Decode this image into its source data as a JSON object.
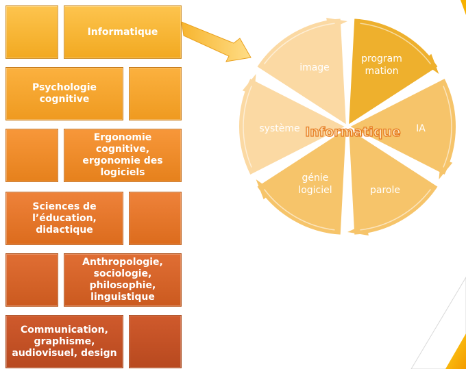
{
  "rows": [
    {
      "label": "Informatique",
      "text_side": "right"
    },
    {
      "label": "Psychologie cognitive",
      "text_side": "left"
    },
    {
      "label": "Ergonomie cognitive, ergonomie des logiciels",
      "text_side": "right"
    },
    {
      "label": "Sciences de l’éducation, didactique",
      "text_side": "left"
    },
    {
      "label": "Anthropologie, sociologie, philosophie, linguistique",
      "text_side": "right"
    },
    {
      "label": "Communication, graphisme, audiovisuel, design",
      "text_side": "left"
    }
  ],
  "cycle": {
    "center": "Informatique",
    "segments": [
      "programmation",
      "IA",
      "parole",
      "génie logiciel",
      "système",
      "image"
    ],
    "segment_lines": [
      [
        "program",
        "mation"
      ],
      [
        "IA"
      ],
      [
        "parole"
      ],
      [
        "génie",
        "logiciel"
      ],
      [
        "système"
      ],
      [
        "image"
      ]
    ]
  },
  "colors": {
    "row_gradient": [
      "#f5b02a",
      "#f39c25",
      "#ea8526",
      "#e07227",
      "#d1602a",
      "#bf4e24"
    ],
    "wheel_highlight": "#eeb02d",
    "wheel_fill": "#f6c46a",
    "wheel_light": "#fbd9a3",
    "slide_accent": "#f5b400"
  }
}
